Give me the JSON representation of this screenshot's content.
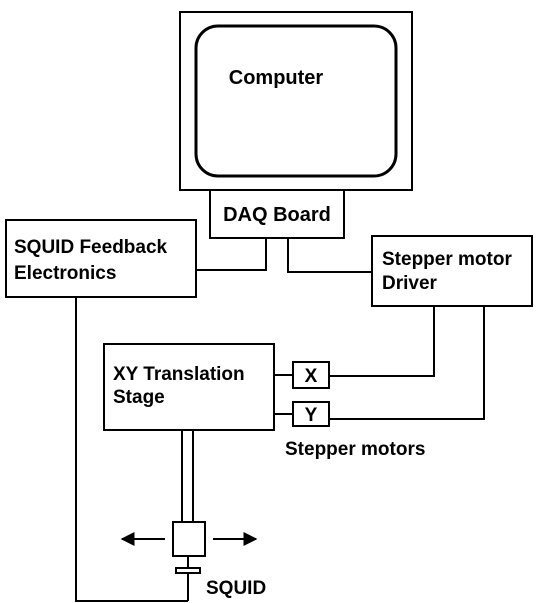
{
  "blocks": {
    "computer": "Computer",
    "daq_board": "DAQ Board",
    "squid_electronics": [
      "SQUID Feedback",
      "Electronics"
    ],
    "stepper_driver": [
      "Stepper motor",
      "Driver"
    ],
    "xy_stage": [
      "XY Translation",
      "Stage"
    ],
    "motor_x": "X",
    "motor_y": "Y",
    "stepper_motors": "Stepper motors",
    "squid": "SQUID"
  },
  "colors": {
    "line": "#000000",
    "background": "#ffffff"
  }
}
